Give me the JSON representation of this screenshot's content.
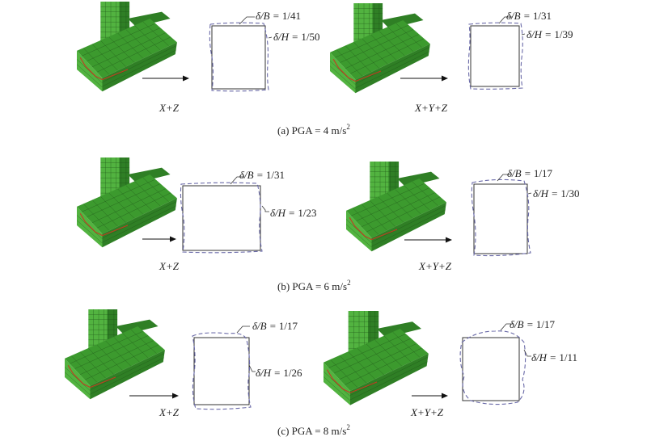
{
  "panels": [
    {
      "caption_prefix": "(a) PGA = 4 m/s",
      "caption_sup": "2",
      "cases": [
        {
          "load": "X+Z",
          "db_prefix": "δ/B = ",
          "db_value": "1/41",
          "dh_prefix": "δ/H = ",
          "dh_value": "1/50"
        },
        {
          "load": "X+Y+Z",
          "db_prefix": "δ/B = ",
          "db_value": "1/31",
          "dh_prefix": "δ/H = ",
          "dh_value": "1/39"
        }
      ]
    },
    {
      "caption_prefix": "(b) PGA = 6 m/s",
      "caption_sup": "2",
      "cases": [
        {
          "load": "X+Z",
          "db_prefix": "δ/B = ",
          "db_value": "1/31",
          "dh_prefix": "δ/H = ",
          "dh_value": "1/23"
        },
        {
          "load": "X+Y+Z",
          "db_prefix": "δ/B = ",
          "db_value": "1/17",
          "dh_prefix": "δ/H = ",
          "dh_value": "1/30"
        }
      ]
    },
    {
      "caption_prefix": "(c) PGA = 8 m/s",
      "caption_sup": "2",
      "cases": [
        {
          "load": "X+Z",
          "db_prefix": "δ/B = ",
          "db_value": "1/17",
          "dh_prefix": "δ/H = ",
          "dh_value": "1/26"
        },
        {
          "load": "X+Y+Z",
          "db_prefix": "δ/B = ",
          "db_value": "1/17",
          "dh_prefix": "δ/H = ",
          "dh_value": "1/11"
        }
      ]
    }
  ],
  "colors": {
    "model_green": "#52b340",
    "deformed_outline": "#6a6aa8",
    "bottom_edge": "#c43a22"
  }
}
